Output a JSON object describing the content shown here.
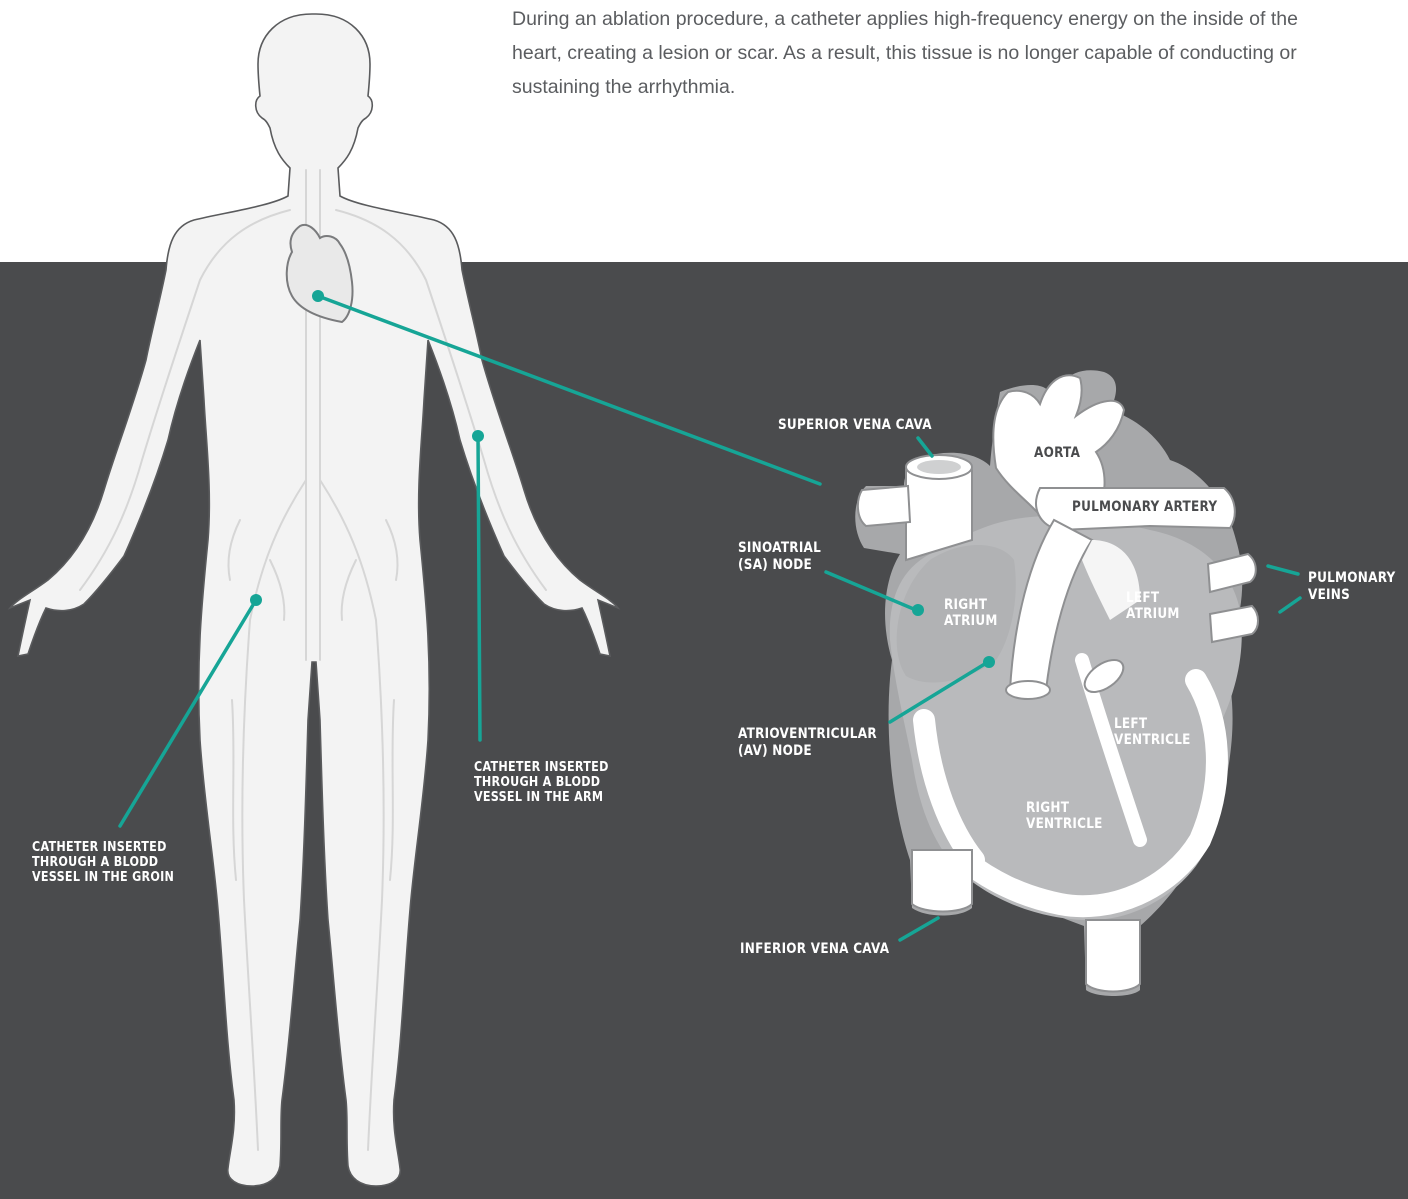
{
  "intro": {
    "text": "During an ablation procedure, a catheter applies high-frequency energy on the inside of the heart, creating a lesion or scar. As a result, this tissue is no longer capable of conducting or sustaining the arrhythmia."
  },
  "labels": {
    "groin_catheter": [
      "CATHETER INSERTED",
      "THROUGH A BLODD",
      "VESSEL IN THE GROIN"
    ],
    "arm_catheter": [
      "CATHETER INSERTED",
      "THROUGH A BLODD",
      "VESSEL IN THE ARM"
    ],
    "superior_vena_cava": "SUPERIOR VENA CAVA",
    "aorta": "AORTA",
    "pulmonary_artery": "PULMONARY ARTERY",
    "sinoatrial_node": [
      "SINOATRIAL",
      "(SA) NODE"
    ],
    "pulmonary_veins": [
      "PULMONARY",
      "VEINS"
    ],
    "right_atrium": [
      "RIGHT",
      "ATRIUM"
    ],
    "left_atrium": [
      "LEFT",
      "ATRIUM"
    ],
    "atrioventricular_node": [
      "ATRIOVENTRICULAR",
      "(AV) NODE"
    ],
    "left_ventricle": [
      "LEFT",
      "VENTRICLE"
    ],
    "right_ventricle": [
      "RIGHT",
      "VENTRICLE"
    ],
    "inferior_vena_cava": "INFERIOR VENA CAVA"
  },
  "colors": {
    "background_dark": "#4a4b4d",
    "accent_teal": "#16a596",
    "body_fill": "#f4f4f4",
    "heart_gray": "#b9babc",
    "intro_text": "#5b5d60"
  }
}
